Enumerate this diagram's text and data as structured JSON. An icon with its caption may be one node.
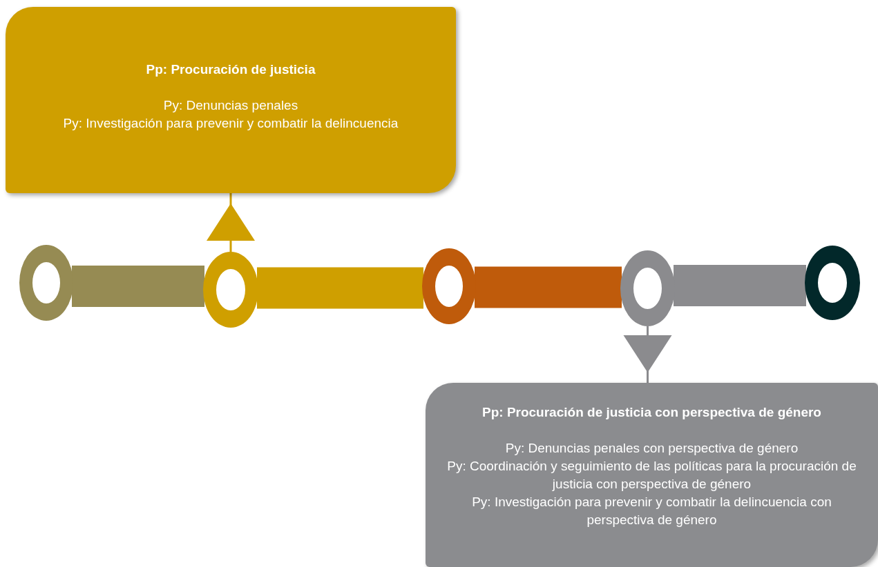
{
  "diagram": {
    "nodes": [
      {
        "text": [
          "Pp: Procuración de justicia",
          "Py: Denuncias penales",
          "Py: Investigación para prevenir y combatir la delincuencia"
        ]
      },
      {
        "text": [],
        "shape": "circle"
      },
      {
        "text": [],
        "shape": "circle"
      },
      {
        "text": [],
        "shape": "circle"
      },
      {
        "text": [],
        "shape": "circle"
      },
      {
        "text": [],
        "shape": "circle"
      },
      {
        "text": [
          "Pp: Procuración de justicia con perspectiva de género",
          "Py: Denuncias penales con perspectiva de género",
          "Py: Coordinación y seguimiento de las políticas para la procuración de justicia con perspectiva de género",
          "Py: Investigación para prevenir y combatir la delincuencia con perspectiva de género"
        ]
      }
    ],
    "edges": [
      {
        "from": 1,
        "to": 2,
        "arrow": "none",
        "color": "#968b53"
      },
      {
        "from": 2,
        "to": 3,
        "arrow": "none",
        "color": "#cf9f00"
      },
      {
        "from": 3,
        "to": 4,
        "arrow": "none",
        "color": "#bf5b0b"
      },
      {
        "from": 4,
        "to": 5,
        "arrow": "none",
        "color": "#8b8b8e"
      },
      {
        "from": 2,
        "to": 0,
        "arrow": "to",
        "color": "#cf9f00"
      },
      {
        "from": 4,
        "to": 6,
        "arrow": "to",
        "color": "#8b8b8e"
      }
    ]
  }
}
